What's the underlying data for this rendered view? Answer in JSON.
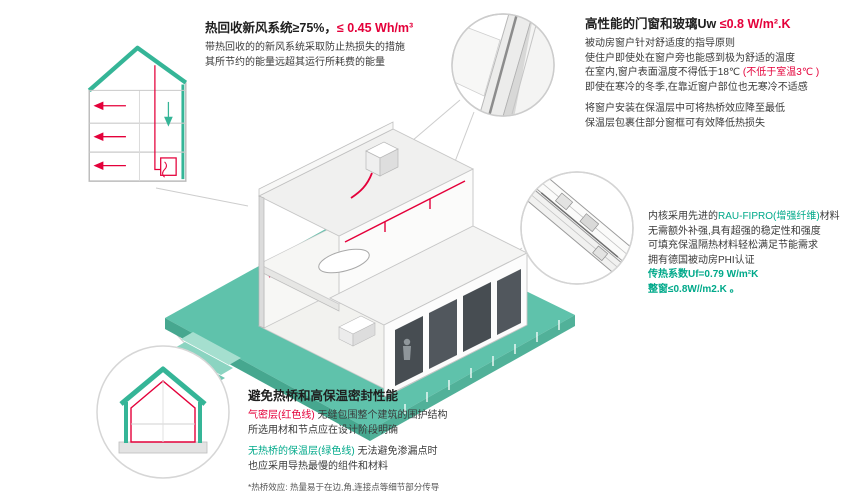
{
  "colors": {
    "accent_teal": "#00a98a",
    "accent_red": "#e4003a",
    "ground_teal": "#5fc2ab",
    "line_gray": "#cdcdcd"
  },
  "annotations": {
    "ventilation": {
      "title": [
        {
          "t": "热回收新风系统≥75%，"
        },
        {
          "t": "≤ 0.45 Wh/m³",
          "c": "red"
        }
      ],
      "paras": [
        [
          [
            {
              "t": "带热回收的的新风系统采取防止热损失的措施"
            }
          ],
          [
            {
              "t": "其所节约的能量远超其运行所耗费的能量"
            }
          ]
        ]
      ]
    },
    "windows": {
      "title": [
        {
          "t": "高性能的门窗和玻璃Uw "
        },
        {
          "t": "≤0.8 W/m².K",
          "c": "red"
        }
      ],
      "paras": [
        [
          [
            {
              "t": "被动房窗户针对舒适度的指导原则"
            }
          ],
          [
            {
              "t": "使住户即使处在窗户旁也能感到极为舒适的温度"
            }
          ],
          [
            {
              "t": "在室内,窗户表面温度不得低于18℃ "
            },
            {
              "t": "(不低于室温3℃ )",
              "c": "red"
            }
          ],
          [
            {
              "t": "即使在寒冷的冬季,在靠近窗户部位也无寒冷不适感"
            }
          ]
        ],
        [
          [
            {
              "t": "将窗户安装在保温层中可将热桥效应降至最低"
            }
          ],
          [
            {
              "t": "保温层包裹住部分窗框可有效降低热损失"
            }
          ]
        ]
      ]
    },
    "profile": {
      "paras": [
        [
          [
            {
              "t": "内核采用先进的"
            },
            {
              "t": "RAU-FIPRO(增强纤维)",
              "c": "teal"
            },
            {
              "t": "材料"
            }
          ],
          [
            {
              "t": "无需额外补强,具有超强的稳定性和强度"
            }
          ],
          [
            {
              "t": "可填充保温隔热材料轻松满足节能需求"
            }
          ],
          [
            {
              "t": "拥有德国被动房PHI认证"
            }
          ],
          [
            {
              "t": "传热系数Uf=0.79 W/m²K",
              "c": "teal",
              "b": true
            }
          ],
          [
            {
              "t": "整窗≤0.8W//m2.K 。",
              "c": "teal",
              "b": true
            }
          ]
        ]
      ]
    },
    "thermal": {
      "title": [
        {
          "t": "避免热桥和高保温密封性能"
        }
      ],
      "paras": [
        [
          [
            {
              "t": "气密层(红色线)",
              "c": "red"
            },
            {
              "t": " 无缝包围整个建筑的围护结构"
            }
          ],
          [
            {
              "t": "所选用材和节点应在设计阶段明确"
            }
          ]
        ],
        [
          [
            {
              "t": "无热桥的保温层(绿色线)",
              "c": "teal"
            },
            {
              "t": " 无法避免渗漏点时"
            }
          ],
          [
            {
              "t": "也应采用导热最慢的组件和材料"
            }
          ]
        ],
        [
          [
            {
              "t": "*热桥效应: 热量易于在边,角,连接点等细节部分传导",
              "c": "note"
            }
          ]
        ]
      ]
    }
  }
}
